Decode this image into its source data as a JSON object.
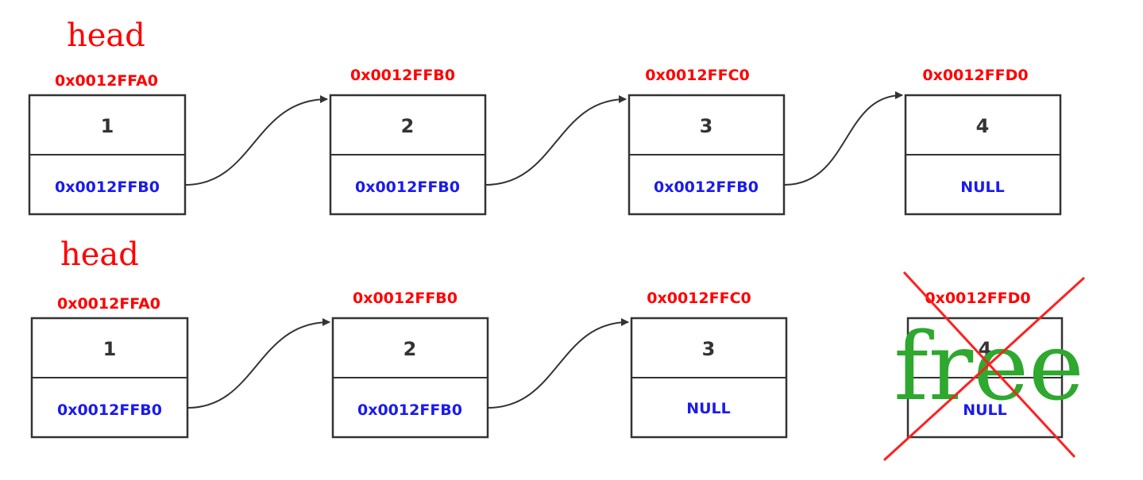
{
  "colors": {
    "box_border": "#333333",
    "address": "#ff0000",
    "pointer": "#1a1aee",
    "value": "#333333",
    "head": "#ff0000",
    "free": "#2ea82e",
    "cross": "#ff0000",
    "arrow": "#333333"
  },
  "rows": [
    {
      "head_label": "head",
      "nodes": [
        {
          "address": "0x0012FFA0",
          "value": "1",
          "next": "0x0012FFB0"
        },
        {
          "address": "0x0012FFB0",
          "value": "2",
          "next": "0x0012FFB0"
        },
        {
          "address": "0x0012FFC0",
          "value": "3",
          "next": "0x0012FFB0"
        },
        {
          "address": "0x0012FFD0",
          "value": "4",
          "next": "NULL"
        }
      ]
    },
    {
      "head_label": "head",
      "nodes": [
        {
          "address": "0x0012FFA0",
          "value": "1",
          "next": "0x0012FFB0"
        },
        {
          "address": "0x0012FFB0",
          "value": "2",
          "next": "0x0012FFB0"
        },
        {
          "address": "0x0012FFC0",
          "value": "3",
          "next": "NULL"
        },
        {
          "address": "0x0012FFD0",
          "value": "4",
          "next": "NULL"
        }
      ]
    }
  ],
  "free_label": "free",
  "icons": [
    "arrow-icon",
    "cross-out-icon"
  ]
}
